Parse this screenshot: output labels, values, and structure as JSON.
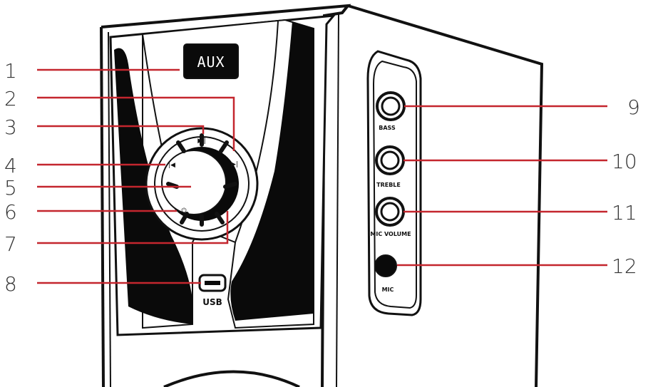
{
  "display": {
    "text": "AUX"
  },
  "callouts": [
    {
      "number": "1"
    },
    {
      "number": "2"
    },
    {
      "number": "3"
    },
    {
      "number": "4"
    },
    {
      "number": "5"
    },
    {
      "number": "6"
    },
    {
      "number": "7"
    },
    {
      "number": "8"
    },
    {
      "number": "9"
    },
    {
      "number": "10"
    },
    {
      "number": "11"
    },
    {
      "number": "12"
    }
  ],
  "side_panel": {
    "bass_label": "BASS",
    "treble_label": "TREBLE",
    "mic_volume_label": "MIC VOLUME",
    "mic_label": "MIC"
  },
  "front_panel": {
    "usb_label": "USB"
  },
  "colors": {
    "callout_line": "#c4262e",
    "outline": "#111111",
    "number_text": "#333333"
  }
}
